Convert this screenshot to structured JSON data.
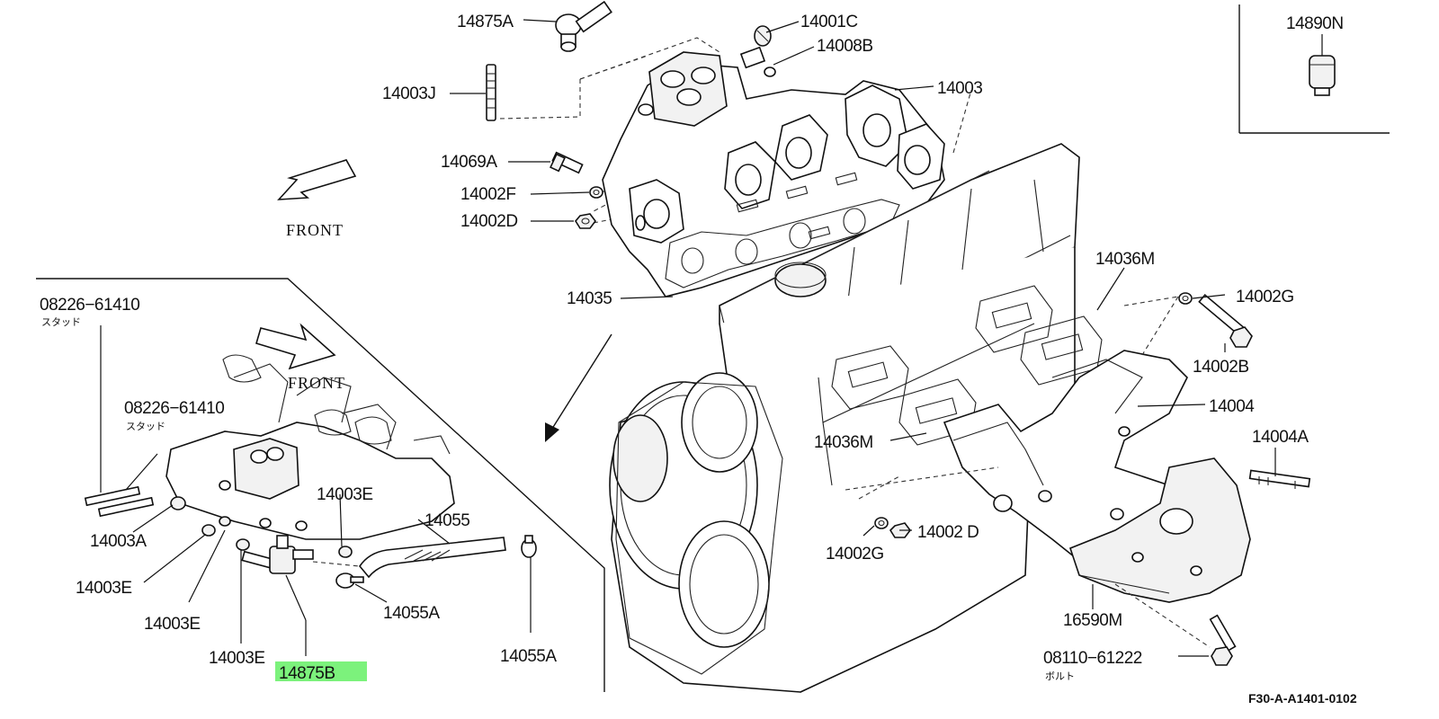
{
  "diagram": {
    "callouts": {
      "p14875A": "14875A",
      "p14001C": "14001C",
      "p14008B": "14008B",
      "p14890N": "14890N",
      "p14003J": "14003J",
      "p14003": "14003",
      "p14069A": "14069A",
      "p14002F": "14002F",
      "p14002D_top": "14002D",
      "p14035": "14035",
      "p14036M_top": "14036M",
      "p14002G_top": "14002G",
      "p14002B": "14002B",
      "p14004": "14004",
      "p14004A": "14004A",
      "p14036M_mid": "14036M",
      "p14002G_bot": "14002G",
      "p14002D_bot": "14002 D",
      "p16590M": "16590M",
      "p08110": "08110−61222",
      "p08226_a": "08226−61410",
      "p08226_b": "08226−61410",
      "p14003E_inset": "14003E",
      "p14055": "14055",
      "p14003A": "14003A",
      "p14003E_1": "14003E",
      "p14003E_2": "14003E",
      "p14003E_3": "14003E",
      "p14055A_1": "14055A",
      "p14055A_2": "14055A",
      "p14875B": "14875B"
    },
    "jp_stud_a": "スタッド",
    "jp_stud_b": "スタッド",
    "jp_bolt": "ボルト",
    "front_main": "FRONT",
    "front_inset": "FRONT",
    "figure_code": "F30-A-A1401-0102",
    "highlight_color": "#7CF27C"
  }
}
